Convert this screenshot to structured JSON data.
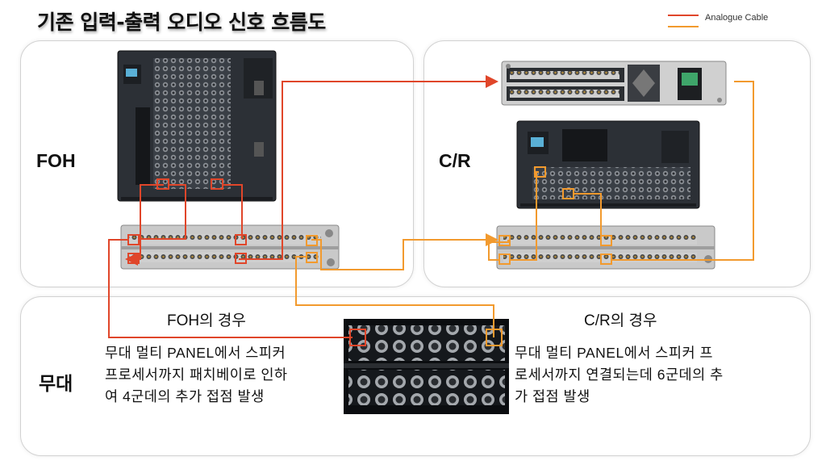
{
  "title": "기존 입력-출력 오디오 신호 흐름도",
  "legend": {
    "items": [
      {
        "label": "Analogue Cable",
        "color": "#e0462a"
      },
      {
        "label": "",
        "color": "#f29a2e"
      }
    ]
  },
  "sections": {
    "foh": "FOH",
    "cr": "C/R",
    "stage": "무대"
  },
  "cases": {
    "foh_title": "FOH의 경우",
    "foh_desc_lines": [
      "무대 멀티 PANEL에서 스피커",
      "프로세서까지 패치베이로 인하",
      "여 4군데의 추가 접점 발생"
    ],
    "cr_title": "C/R의 경우",
    "cr_desc_lines": [
      "무대 멀티 PANEL에서 스피커 프",
      "로세서까지 연결되는데 6군데의 추",
      "가 접점 발생"
    ]
  },
  "colors": {
    "red_cable": "#e0462a",
    "orange_cable": "#f29a2e",
    "rack_dark": "#2c3036",
    "patch_silver": "#c9c9c9"
  }
}
